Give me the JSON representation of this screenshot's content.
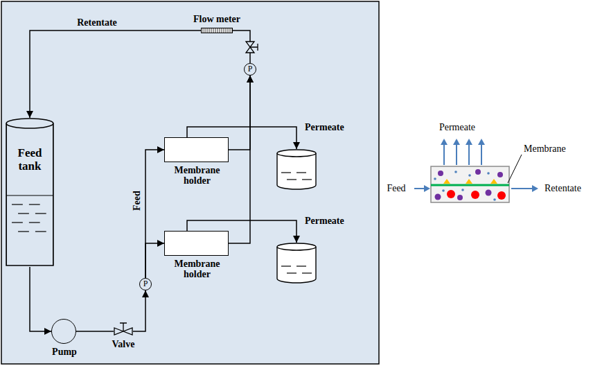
{
  "diagram": {
    "nodes": [
      {
        "text": [
          "Feed tank"
        ]
      },
      {
        "text": [
          "Pump"
        ]
      },
      {
        "text": [
          "Valve"
        ]
      },
      {
        "text": [
          "P"
        ]
      },
      {
        "text": [
          "Membrane holder"
        ]
      },
      {
        "text": [
          "Membrane holder"
        ]
      },
      {
        "text": [
          "Permeate"
        ]
      },
      {
        "text": [
          "Permeate"
        ]
      },
      {
        "text": [
          "P"
        ]
      },
      {
        "text": [
          "Flow meter"
        ]
      }
    ],
    "edges": [
      {
        "from": 0,
        "to": 1,
        "arrow": "to"
      },
      {
        "from": 1,
        "to": 2,
        "arrow": "none"
      },
      {
        "from": 2,
        "to": 3,
        "arrow": "to"
      },
      {
        "from": 3,
        "to": 4,
        "arrow": "to",
        "label": "Feed"
      },
      {
        "from": 3,
        "to": 5,
        "arrow": "to"
      },
      {
        "from": 4,
        "to": 6,
        "arrow": "to"
      },
      {
        "from": 5,
        "to": 7,
        "arrow": "to"
      },
      {
        "from": 4,
        "to": 8,
        "arrow": "to"
      },
      {
        "from": 5,
        "to": 8,
        "arrow": "to"
      },
      {
        "from": 8,
        "to": 9,
        "arrow": "none"
      },
      {
        "from": 9,
        "to": 0,
        "arrow": "to",
        "label": "Retentate"
      }
    ],
    "labels": [
      "Permeate",
      "Membrane",
      "Feed",
      "Retentate"
    ]
  }
}
